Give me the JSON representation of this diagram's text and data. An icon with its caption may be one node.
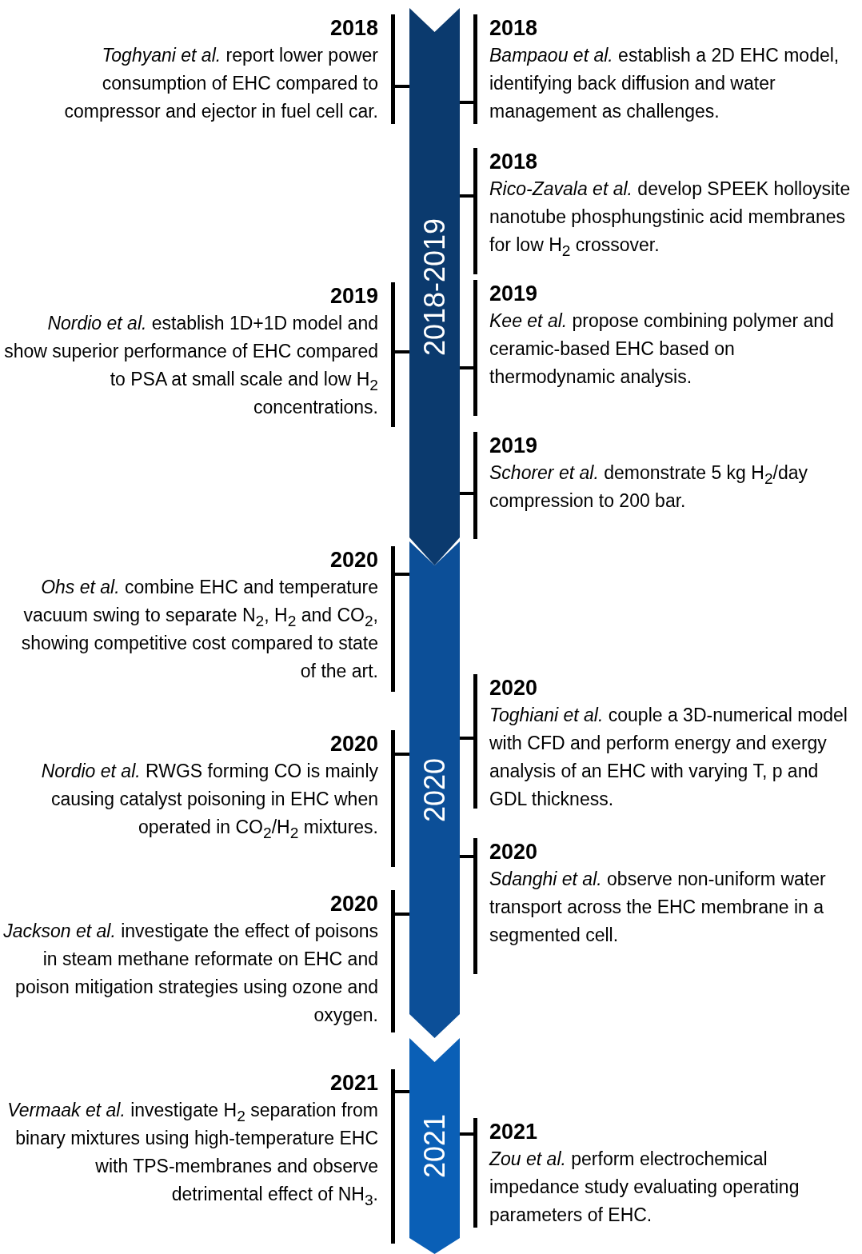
{
  "diagram": {
    "nodes": [
      {
        "text": [
          "2018-2019"
        ]
      },
      {
        "text": [
          "2018",
          "*Toghyani et al.* report lower power consumption of EHC compared to compressor and ejector in fuel cell car."
        ]
      },
      {
        "text": [
          "2018",
          "*Bampaou et al.* establish a 2D EHC model, identifying back diffusion and water management as challenges."
        ]
      },
      {
        "text": [
          "2018",
          "*Rico-Zavala et al.* develop SPEEK holloysite nanotube phosphungstinic acid membranes for low H$_{2}$ crossover."
        ]
      },
      {
        "text": [
          "2019",
          "*Nordio et al.* establish 1D+1D model and show superior performance of EHC compared to PSA at small scale and low H$_{2}$ concentrations."
        ]
      },
      {
        "text": [
          "2019",
          "*Kee et al.* propose combining polymer and ceramic-based EHC based on thermodynamic analysis."
        ]
      },
      {
        "text": [
          "2019",
          "*Schorer et al.* demonstrate 5 kg H$_{2}$/day compression to 200 bar."
        ]
      },
      {
        "text": [
          "2020"
        ]
      },
      {
        "text": [
          "2020",
          "*Ohs et al.* combine EHC and temperature vacuum swing to separate N$_{2}$, H$_{2}$ and CO$_{2}$, showing competitive cost compared to state of the art."
        ]
      },
      {
        "text": [
          "2020",
          "*Toghiani et al.* couple a 3D-numerical model with CFD and perform energy and exergy analysis of an EHC with varying T, p and GDL thickness."
        ]
      },
      {
        "text": [
          "2020",
          "*Nordio et al.* RWGS forming CO is mainly causing catalyst poisoning in EHC when operated in CO$_{2}$/H$_{2}$ mixtures."
        ]
      },
      {
        "text": [
          "2020",
          "*Sdanghi et al.* observe non-uniform water transport across the EHC membrane in a segmented cell."
        ]
      },
      {
        "text": [
          "2020",
          "*Jackson et al.* investigate the effect of poisons in steam methane reformate on EHC and poison mitigation strategies using ozone and oxygen."
        ]
      },
      {
        "text": [
          "2021"
        ]
      },
      {
        "text": [
          "2021",
          "*Vermaak et al.* investigate H$_{2}$ separation from binary mixtures using high-temperature EHC with TPS-membranes and observe detrimental effect of NH$_{3}$."
        ]
      },
      {
        "text": [
          "2021",
          "*Zou et al.* perform electrochemical impedance study evaluating operating parameters of EHC."
        ]
      }
    ],
    "edges": [
      {
        "from": 1,
        "to": 0,
        "arrow": "none"
      },
      {
        "from": 2,
        "to": 0,
        "arrow": "none"
      },
      {
        "from": 3,
        "to": 0,
        "arrow": "none"
      },
      {
        "from": 4,
        "to": 0,
        "arrow": "none"
      },
      {
        "from": 5,
        "to": 0,
        "arrow": "none"
      },
      {
        "from": 6,
        "to": 0,
        "arrow": "none"
      },
      {
        "from": 8,
        "to": 7,
        "arrow": "none"
      },
      {
        "from": 9,
        "to": 7,
        "arrow": "none"
      },
      {
        "from": 10,
        "to": 7,
        "arrow": "none"
      },
      {
        "from": 11,
        "to": 7,
        "arrow": "none"
      },
      {
        "from": 12,
        "to": 7,
        "arrow": "none"
      },
      {
        "from": 14,
        "to": 13,
        "arrow": "none"
      },
      {
        "from": 15,
        "to": 13,
        "arrow": "none"
      }
    ]
  }
}
